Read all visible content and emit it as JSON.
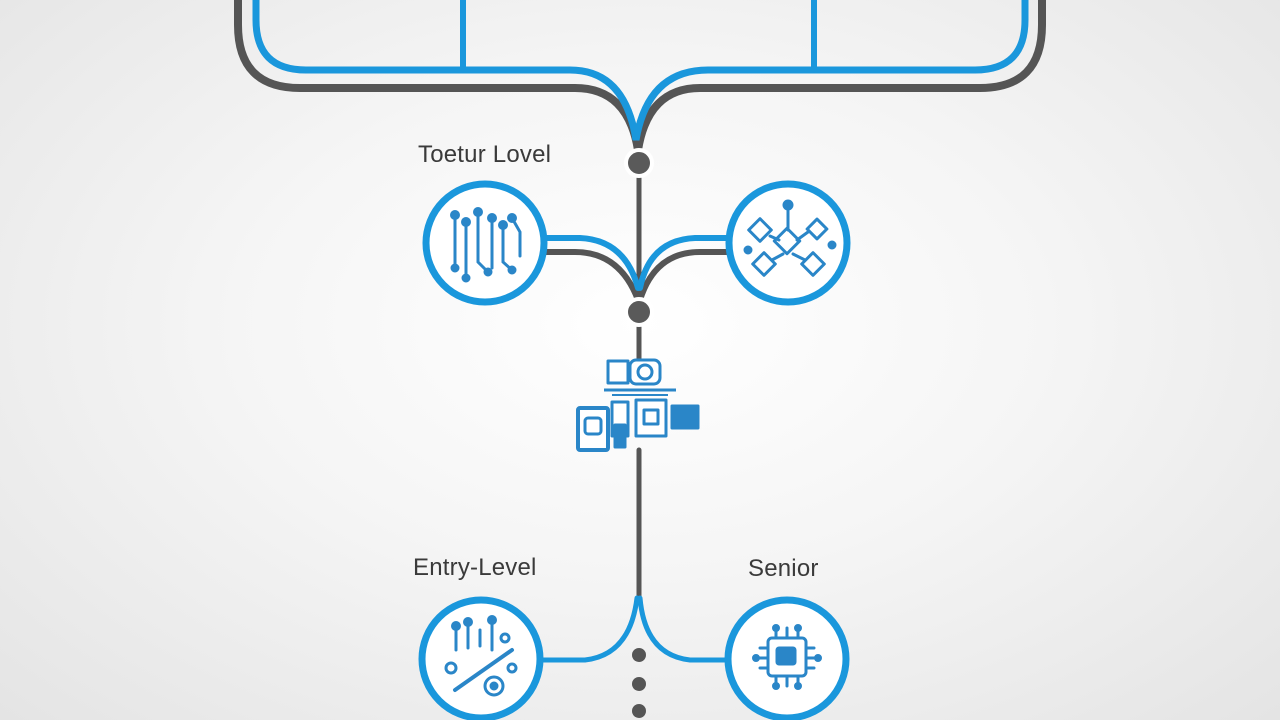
{
  "labels": {
    "top_level": "Toetur Lovel",
    "entry_level": "Entry-Level",
    "senior": "Senior"
  },
  "colors": {
    "accent_blue": "#1a97dc",
    "dark_gray": "#555555",
    "icon_blue": "#2a86c8"
  },
  "nodes": [
    {
      "name": "top-left-circuit-node",
      "icon": "circuit-branches-icon"
    },
    {
      "name": "top-right-network-node",
      "icon": "network-nodes-icon"
    },
    {
      "name": "center-devices-node",
      "icon": "devices-cluster-icon"
    },
    {
      "name": "entry-level-node",
      "icon": "tools-gears-icon"
    },
    {
      "name": "senior-node",
      "icon": "processor-chip-icon"
    }
  ]
}
